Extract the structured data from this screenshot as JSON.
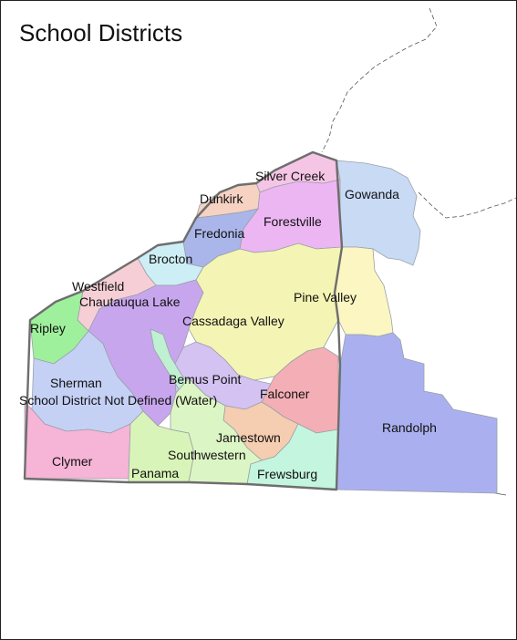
{
  "title": "School Districts",
  "labels": {
    "silver_creek": "Silver Creek",
    "dunkirk": "Dunkirk",
    "gowanda": "Gowanda",
    "forestville": "Forestville",
    "fredonia": "Fredonia",
    "brocton": "Brocton",
    "westfield": "Westfield",
    "chautauqua_lake": "Chautauqua Lake",
    "pine_valley": "Pine Valley",
    "cassadaga_valley": "Cassadaga Valley",
    "ripley": "Ripley",
    "sherman": "Sherman",
    "bemus_point": "Bemus Point",
    "water": "School District Not Defined (Water)",
    "falconer": "Falconer",
    "randolph": "Randolph",
    "jamestown": "Jamestown",
    "clymer": "Clymer",
    "southwestern": "Southwestern",
    "panama": "Panama",
    "frewsburg": "Frewsburg"
  },
  "colors": {
    "gowanda": "#c9daf5",
    "pine_valley": "#fbf6c2",
    "cassadaga_valley": "#f4f4b4",
    "randolph": "#aab0ef",
    "forestville": "#ecb6f2",
    "fredonia": "#aab6ea",
    "silver_creek": "#f5c5e6",
    "dunkirk": "#f6d2c2",
    "brocton": "#cdeef5",
    "westfield": "#f6cfd6",
    "chautauqua_lake": "#c8a6ee",
    "ripley": "#9ff09c",
    "sherman": "#c5d0f5",
    "bemus_point": "#d4c2f2",
    "water": "#bff0d2",
    "falconer": "#f4aeb5",
    "jamestown": "#f5cdb0",
    "clymer": "#f6b4d6",
    "southwestern": "#dcf5c4",
    "panama": "#d9f4b8",
    "frewsburg": "#c4f5df"
  }
}
